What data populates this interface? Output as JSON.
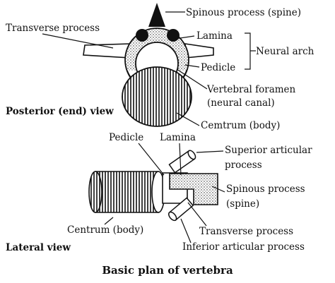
{
  "posterior": {
    "section_label": "Posterior (end) view",
    "labels": {
      "spinous": "Spinous process (spine)",
      "transverse": "Transverse process",
      "lamina": "Lamina",
      "neural_arch": "Neural arch",
      "pedicle": "Pedicle",
      "foramen_1": "Vertebral foramen",
      "foramen_2": "(neural canal)",
      "centrum": "Cemtrum (body)"
    }
  },
  "lateral": {
    "section_label": "Lateral view",
    "labels": {
      "pedicle": "Pedicle",
      "lamina": "Lamina",
      "superior_1": "Superior articular",
      "superior_2": "process",
      "spinous_1": "Spinous process",
      "spinous_2": "(spine)",
      "centrum": "Centrum (body)",
      "transverse": "Transverse process",
      "inferior": "Inferior articular process"
    }
  },
  "caption": "Basic plan of vertebra"
}
